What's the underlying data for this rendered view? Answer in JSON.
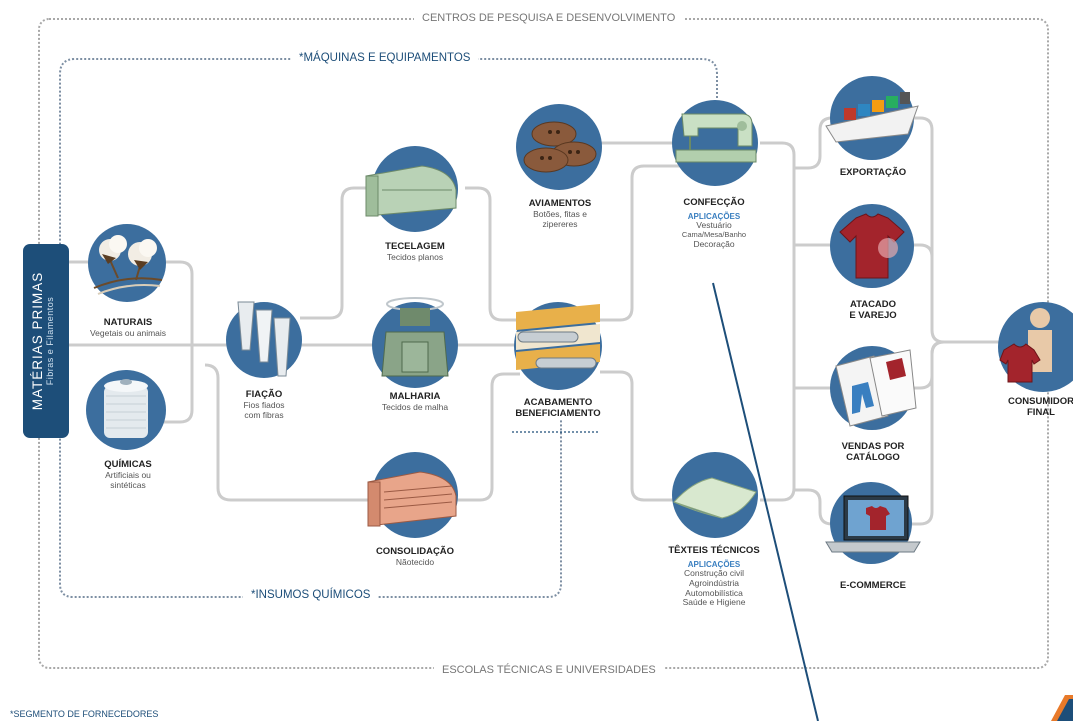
{
  "frame": {
    "top_label": "CENTROS DE PESQUISA E DESENVOLVIMENTO",
    "bottom_label": "ESCOLAS TÉCNICAS E UNIVERSIDADES",
    "machines_label": "*MÁQUINAS E EQUIPAMENTOS",
    "chemicals_label": "*INSUMOS QUÍMICOS"
  },
  "raw_materials": {
    "title": "MATÉRIAS PRIMAS",
    "subtitle": "Fibras e Filamentos"
  },
  "nodes": {
    "naturais": {
      "title": "NATURAIS",
      "sub": "Vegetais ou animais"
    },
    "quimicas": {
      "title": "QUÍMICAS",
      "sub1": "Artificiais ou",
      "sub2": "sintéticas"
    },
    "fiacao": {
      "title": "FIAÇÃO",
      "sub1": "Fios fiados",
      "sub2": "com fibras"
    },
    "tecelagem": {
      "title": "TECELAGEM",
      "sub": "Tecidos planos"
    },
    "malharia": {
      "title": "MALHARIA",
      "sub": "Tecidos de malha"
    },
    "consolidacao": {
      "title": "CONSOLIDAÇÃO",
      "sub": "Nãotecido"
    },
    "aviamentos": {
      "title": "AVIAMENTOS",
      "sub1": "Botões, fitas e",
      "sub2": "zipereres"
    },
    "acabamento": {
      "title1": "ACABAMENTO",
      "title2": "BENEFICIAMENTO"
    },
    "confeccao": {
      "title": "CONFECÇÃO",
      "apps_label": "APLICAÇÕES",
      "apps": [
        "Vestuário",
        "Cama/Mesa/Banho",
        "Decoração"
      ]
    },
    "texteis": {
      "title": "TÊXTEIS TÉCNICOS",
      "apps_label": "APLICAÇÕES",
      "apps": [
        "Construção civil",
        "Agroindústria",
        "Automobilística",
        "Saúde e Higiene"
      ]
    },
    "exportacao": {
      "title": "EXPORTAÇÃO"
    },
    "atacado": {
      "title1": "ATACADO",
      "title2": "E VAREJO"
    },
    "vendas": {
      "title1": "VENDAS POR",
      "title2": "CATÁLOGO"
    },
    "ecommerce": {
      "title": "E-COMMERCE"
    },
    "consumidor": {
      "title1": "CONSUMIDOR",
      "title2": "FINAL"
    }
  },
  "footnote": "*SEGMENTO DE FORNECEDORES",
  "colors": {
    "node": "#3c6e9e",
    "dark_blue": "#1d4e79",
    "connector": "#c8c8c8",
    "frame": "#a8a8a8",
    "accent": "#3a7fc0"
  }
}
